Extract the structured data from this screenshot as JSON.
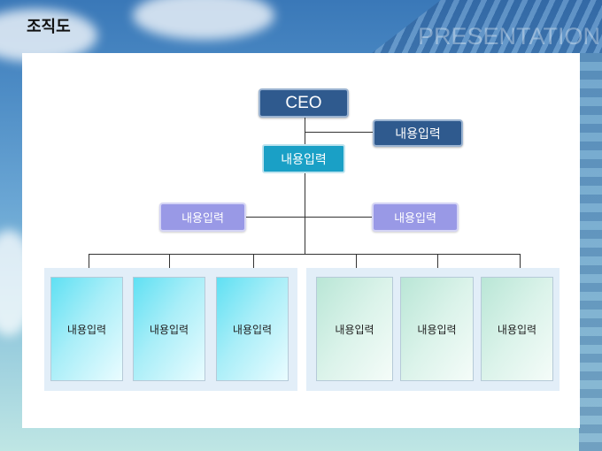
{
  "slide": {
    "title": "조직도",
    "watermark": "PRESENTATION"
  },
  "org": {
    "ceo": "CEO",
    "ceo_side": "내용입력",
    "second": "내용입력",
    "left_side": "내용입력",
    "right_side": "내용입력",
    "left_cards": [
      "내용입력",
      "내용입력",
      "내용입력"
    ],
    "right_cards": [
      "내용입력",
      "내용입력",
      "내용입력"
    ]
  },
  "colors": {
    "navy_box": "#2f5a8e",
    "teal_box": "#1aa0c6",
    "lavender_box": "#9999e6",
    "cyan_card": "#5fe0f3",
    "mint_card": "#b9e6d6"
  }
}
